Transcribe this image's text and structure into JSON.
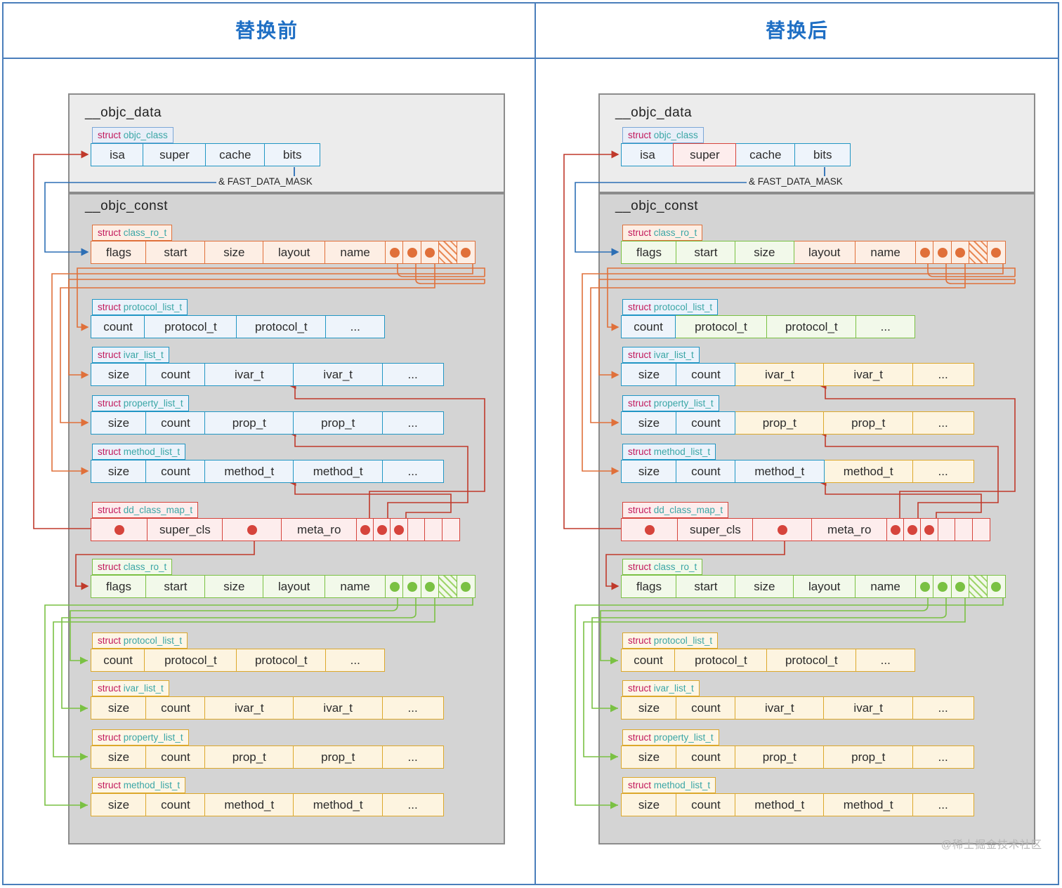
{
  "header": {
    "left_title": "替换前",
    "right_title": "替换后",
    "accent": "#1f6fc4"
  },
  "watermark": "@稀土掘金技术社区",
  "labels": {
    "objc_data": "__objc_data",
    "objc_const": "__objc_const",
    "fast_data_mask": "& FAST_DATA_MASK",
    "kw_struct": "struct"
  },
  "types": {
    "objc_class": "objc_class",
    "class_ro_t": "class_ro_t",
    "protocol_list_t": "protocol_list_t",
    "ivar_list_t": "ivar_list_t",
    "property_list_t": "property_list_t",
    "method_list_t": "method_list_t",
    "dd_class_map_t": "dd_class_map_t"
  },
  "fields": {
    "isa": "isa",
    "super": "super",
    "cache": "cache",
    "bits": "bits",
    "flags": "flags",
    "start": "start",
    "size": "size",
    "layout": "layout",
    "name": "name",
    "count": "count",
    "protocol_t": "protocol_t",
    "ivar_t": "ivar_t",
    "prop_t": "prop_t",
    "method_t": "method_t",
    "ellipsis": "...",
    "super_cls": "super_cls",
    "meta_ro": "meta_ro",
    "blank": ""
  },
  "colors": {
    "blue": "#2196c4",
    "orange": "#e0703a",
    "green": "#7ac143",
    "red": "#d6443c",
    "gold": "#dca82b",
    "gray_const": "#d4d4d4",
    "gray_data": "#ececec"
  },
  "structs": {
    "objc_class_cells": [
      "isa",
      "super",
      "cache",
      "bits"
    ],
    "class_ro_t_cells": [
      "flags",
      "start",
      "size",
      "layout",
      "name",
      "●",
      "●",
      "●",
      "",
      "●"
    ],
    "protocol_list_cells": [
      "count",
      "protocol_t",
      "protocol_t",
      "..."
    ],
    "ivar_list_cells": [
      "size",
      "count",
      "ivar_t",
      "ivar_t",
      "..."
    ],
    "property_list_cells": [
      "size",
      "count",
      "prop_t",
      "prop_t",
      "..."
    ],
    "method_list_cells": [
      "size",
      "count",
      "method_t",
      "method_t",
      "..."
    ],
    "dd_class_map_cells": [
      "●",
      "super_cls",
      "●",
      "meta_ro",
      "●",
      "●",
      "●",
      "",
      "",
      ""
    ]
  },
  "panels": {
    "before": {
      "note": "objc_class all blue; first class_ro_t fully orange; lists blue; dd_class_map_t red; second class_ro_t green; lower lists gold",
      "highlights": []
    },
    "after": {
      "note": "super cell red-highlighted; flags/start/size green in first class_ro_t; protocol_t/ivar_t/prop_t/method_t tail cells recolored",
      "highlights": [
        "super",
        "flags",
        "start",
        "size",
        "protocol_t",
        "ivar_t",
        "prop_t",
        "method_t"
      ]
    }
  }
}
